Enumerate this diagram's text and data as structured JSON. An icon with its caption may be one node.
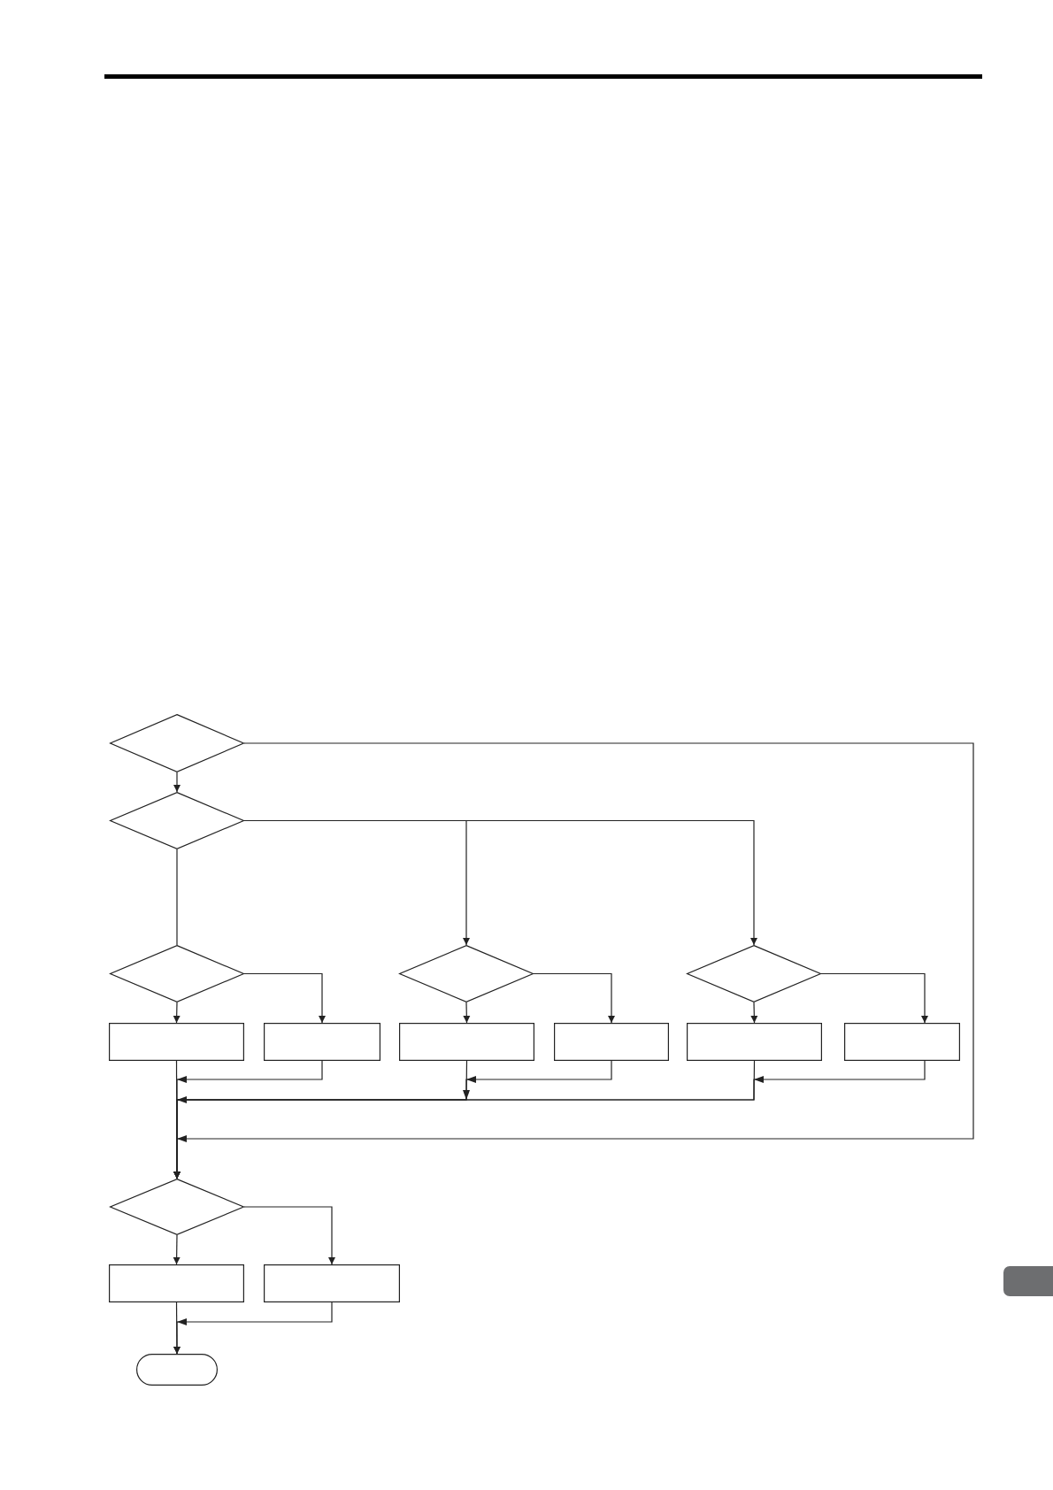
{
  "diagram": {
    "nodes": [
      {
        "text": [],
        "shape": "diamond"
      },
      {
        "text": [],
        "shape": "diamond"
      },
      {
        "text": [],
        "shape": "diamond"
      },
      {
        "text": [],
        "shape": "diamond"
      },
      {
        "text": [],
        "shape": "diamond"
      },
      {
        "text": [],
        "shape": "box"
      },
      {
        "text": [],
        "shape": "box"
      },
      {
        "text": [],
        "shape": "box"
      },
      {
        "text": [],
        "shape": "box"
      },
      {
        "text": [],
        "shape": "box"
      },
      {
        "text": [],
        "shape": "box"
      },
      {
        "text": [],
        "shape": "diamond"
      },
      {
        "text": [],
        "shape": "box"
      },
      {
        "text": [],
        "shape": "box"
      },
      {
        "text": [],
        "shape": "oval"
      }
    ],
    "edges": [
      {
        "from": 0,
        "to": 1,
        "arrow": "to"
      },
      {
        "from": 0,
        "to": 11,
        "arrow": "to"
      },
      {
        "from": 1,
        "to": 2,
        "arrow": "none"
      },
      {
        "from": 1,
        "to": 3,
        "arrow": "to"
      },
      {
        "from": 1,
        "to": 4,
        "arrow": "to"
      },
      {
        "from": 2,
        "to": 5,
        "arrow": "to"
      },
      {
        "from": 2,
        "to": 6,
        "arrow": "to"
      },
      {
        "from": 3,
        "to": 7,
        "arrow": "to"
      },
      {
        "from": 3,
        "to": 8,
        "arrow": "to"
      },
      {
        "from": 4,
        "to": 9,
        "arrow": "to"
      },
      {
        "from": 4,
        "to": 10,
        "arrow": "to"
      },
      {
        "from": 5,
        "to": 11,
        "arrow": "to"
      },
      {
        "from": 6,
        "to": 11,
        "arrow": "to"
      },
      {
        "from": 7,
        "to": 11,
        "arrow": "to"
      },
      {
        "from": 8,
        "to": 11,
        "arrow": "to"
      },
      {
        "from": 9,
        "to": 11,
        "arrow": "to"
      },
      {
        "from": 10,
        "to": 11,
        "arrow": "to"
      },
      {
        "from": 11,
        "to": 12,
        "arrow": "to"
      },
      {
        "from": 11,
        "to": 13,
        "arrow": "to"
      },
      {
        "from": 12,
        "to": 14,
        "arrow": "to"
      },
      {
        "from": 13,
        "to": 14,
        "arrow": "to"
      }
    ]
  }
}
